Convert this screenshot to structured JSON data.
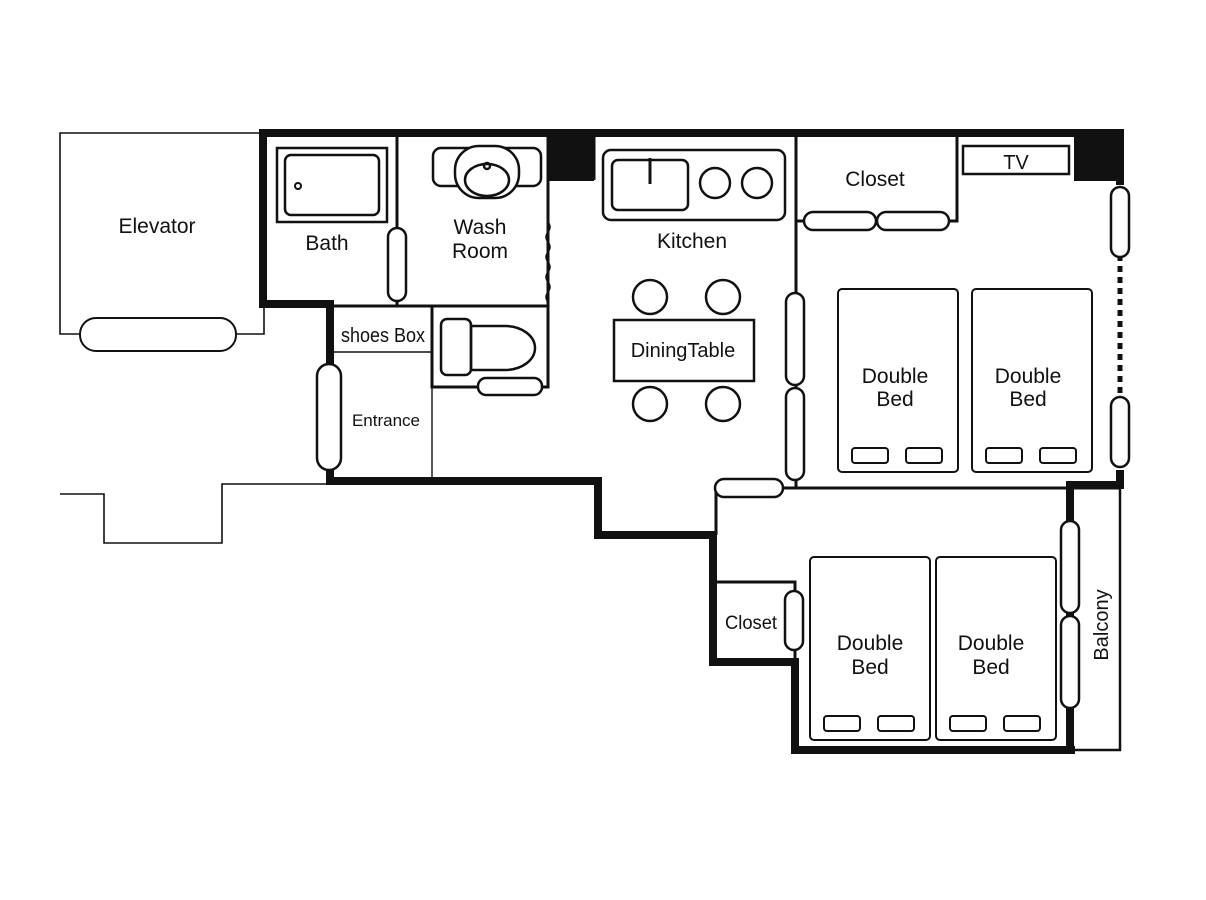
{
  "plan": {
    "rooms": {
      "elevator": "Elevator",
      "bath": "Bath",
      "wash_line1": "Wash",
      "wash_line2": "Room",
      "kitchen": "Kitchen",
      "closet_main": "Closet",
      "tv": "TV",
      "shoes_box": "shoes Box",
      "dining_table": "DiningTable",
      "entrance": "Entrance",
      "bed_word1": "Double",
      "bed_word2": "Bed",
      "closet_small": "Closet",
      "balcony": "Balcony"
    }
  }
}
